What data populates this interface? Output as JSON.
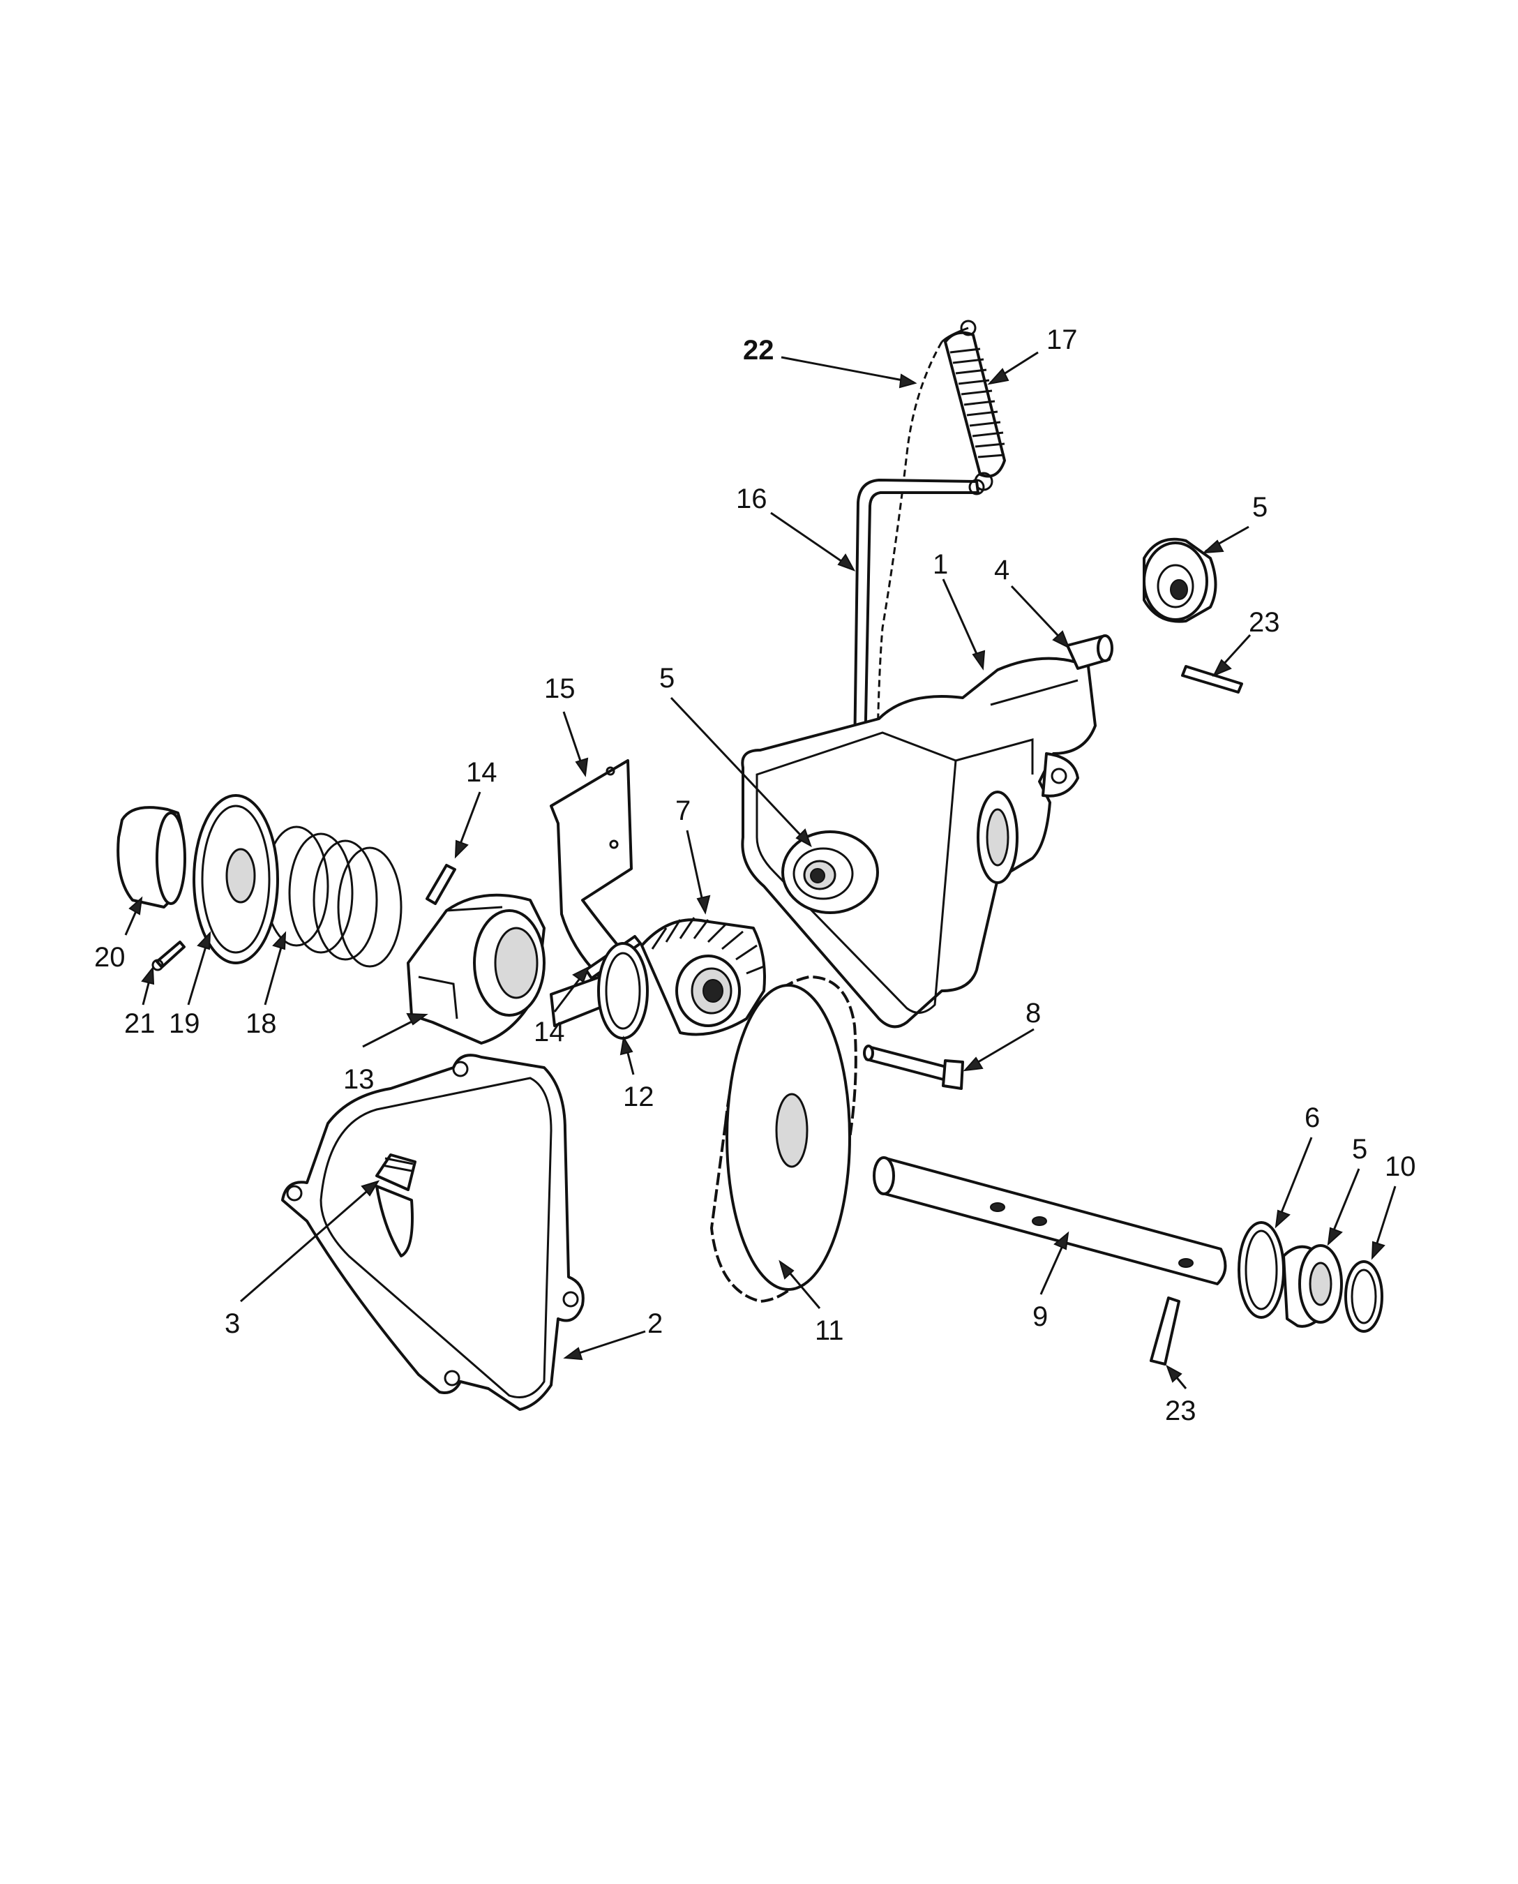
{
  "diagram": {
    "callouts": [
      {
        "id": "c22",
        "label": "22"
      },
      {
        "id": "c17",
        "label": "17"
      },
      {
        "id": "c16",
        "label": "16"
      },
      {
        "id": "c1",
        "label": "1"
      },
      {
        "id": "c4",
        "label": "4"
      },
      {
        "id": "c5a",
        "label": "5"
      },
      {
        "id": "c23a",
        "label": "23"
      },
      {
        "id": "c15",
        "label": "15"
      },
      {
        "id": "c5b",
        "label": "5"
      },
      {
        "id": "c14a",
        "label": "14"
      },
      {
        "id": "c7",
        "label": "7"
      },
      {
        "id": "c20",
        "label": "20"
      },
      {
        "id": "c21",
        "label": "21"
      },
      {
        "id": "c19",
        "label": "19"
      },
      {
        "id": "c18",
        "label": "18"
      },
      {
        "id": "c14b",
        "label": "14"
      },
      {
        "id": "c13",
        "label": "13"
      },
      {
        "id": "c12",
        "label": "12"
      },
      {
        "id": "c8",
        "label": "8"
      },
      {
        "id": "c6",
        "label": "6"
      },
      {
        "id": "c5c",
        "label": "5"
      },
      {
        "id": "c10",
        "label": "10"
      },
      {
        "id": "c3",
        "label": "3"
      },
      {
        "id": "c2",
        "label": "2"
      },
      {
        "id": "c11",
        "label": "11"
      },
      {
        "id": "c9",
        "label": "9"
      },
      {
        "id": "c23b",
        "label": "23"
      }
    ]
  }
}
